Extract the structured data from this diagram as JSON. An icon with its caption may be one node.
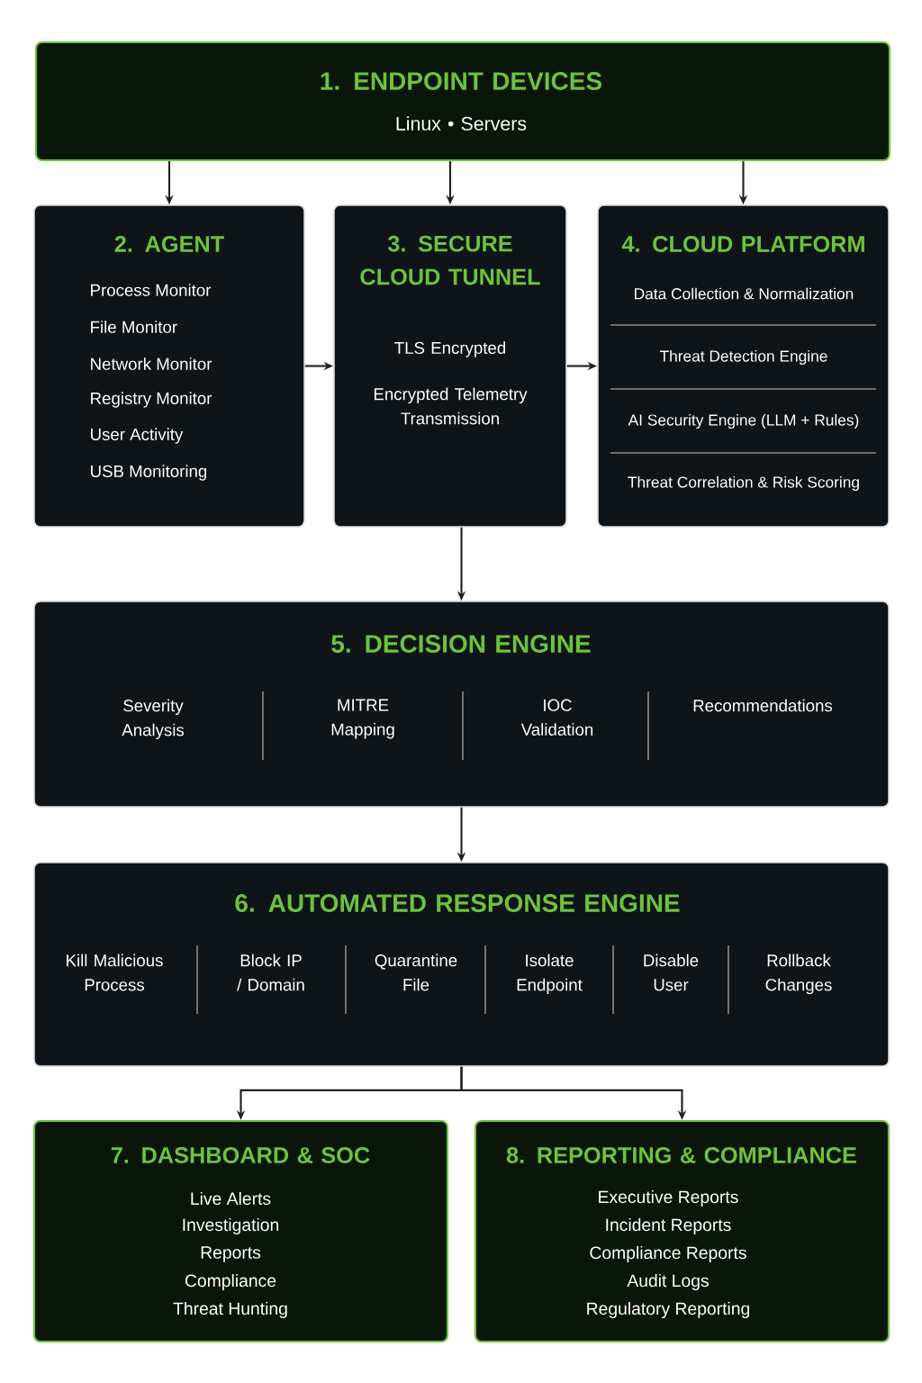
{
  "diagram": {
    "nodes": [
      {
        "text": [
          "1. ENDPOINT DEVICES",
          "Linux • Servers"
        ]
      },
      {
        "text": [
          "2. AGENT",
          "Process Monitor",
          "File Monitor",
          "Network Monitor",
          "Registry Monitor",
          "User Activity",
          "USB Monitoring"
        ]
      },
      {
        "text": [
          "3. SECURE CLOUD TUNNEL",
          "TLS Encrypted",
          "Encrypted Telemetry Transmission"
        ]
      },
      {
        "text": [
          "4. CLOUD PLATFORM",
          "Data Collection & Normalization",
          "Threat Detection Engine",
          "AI Security Engine (LLM + Rules)",
          "Threat Correlation & Risk Scoring"
        ]
      },
      {
        "text": [
          "5. DECISION ENGINE",
          "Severity Analysis",
          "MITRE Mapping",
          "IOC Validation",
          "Recommendations"
        ]
      },
      {
        "text": [
          "6. AUTOMATED RESPONSE ENGINE",
          "Kill Malicious Process",
          "Block IP / Domain",
          "Quarantine File",
          "Isolate Endpoint",
          "Disable User",
          "Rollback Changes"
        ]
      },
      {
        "text": [
          "7. DASHBOARD & SOC",
          "Live Alerts",
          "Investigation",
          "Reports",
          "Compliance",
          "Threat Hunting"
        ]
      },
      {
        "text": [
          "8. REPORTING & COMPLIANCE",
          "Executive Reports",
          "Incident Reports",
          "Compliance Reports",
          "Audit Logs",
          "Regulatory Reporting"
        ]
      }
    ],
    "edges": [
      {
        "from": 0,
        "to": 1,
        "arrow": "to"
      },
      {
        "from": 0,
        "to": 2,
        "arrow": "to"
      },
      {
        "from": 0,
        "to": 3,
        "arrow": "to"
      },
      {
        "from": 1,
        "to": 2,
        "arrow": "to"
      },
      {
        "from": 2,
        "to": 3,
        "arrow": "to"
      },
      {
        "from": 2,
        "to": 4,
        "arrow": "to"
      },
      {
        "from": 4,
        "to": 5,
        "arrow": "to"
      },
      {
        "from": 5,
        "to": 6,
        "arrow": "to"
      },
      {
        "from": 5,
        "to": 7,
        "arrow": "to"
      }
    ]
  }
}
